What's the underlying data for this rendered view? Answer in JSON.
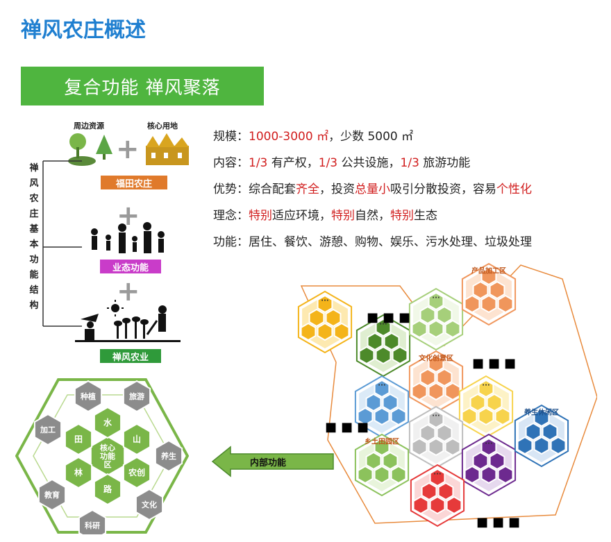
{
  "title": "禅风农庄概述",
  "banner": "复合功能 禅风聚落",
  "structure": {
    "label_chars": [
      "禅",
      "风",
      "农",
      "庄",
      "基",
      "本",
      "功",
      "能",
      "结",
      "构"
    ],
    "resources_label": "周边资源",
    "land_label": "核心用地",
    "farm_tag": "福田农庄",
    "business_tag": "业态功能",
    "agri_tag": "禅风农业",
    "plus": "+"
  },
  "info": {
    "scale": {
      "label": "规模：",
      "value1": "1000-3000 ㎡",
      "sep": "，少数 5000 ㎡"
    },
    "content": {
      "label": "内容：",
      "p1": "1/3",
      "t1": " 有产权，",
      "p2": "1/3",
      "t2": " 公共设施，",
      "p3": "1/3",
      "t3": " 旅游功能"
    },
    "advantage": {
      "label": "优势：",
      "t1": "综合配套",
      "r1": "齐全",
      "t2": "，投资",
      "r2": "总量小",
      "t3": "吸引分散投资，容易",
      "r3": "个性化"
    },
    "concept": {
      "label": "理念：",
      "r1": "特别",
      "t1": "适应环境，",
      "r2": "特别",
      "t2": "自然，",
      "r3": "特别",
      "t3": "生态"
    },
    "function": {
      "label": "功能：",
      "text": "居住、餐饮、游憩、购物、娱乐、污水处理、垃圾处理"
    }
  },
  "hex_cluster": {
    "center": "核心\n功能\n区",
    "inner": [
      "水",
      "山",
      "农创",
      "路",
      "林",
      "田"
    ],
    "outer": [
      "种植",
      "旅游",
      "养生",
      "文化",
      "科研",
      "教育",
      "加工"
    ],
    "arrow_label": "内部功能"
  },
  "zones": {
    "product": "产品加工区",
    "culture": "文化创意区",
    "health": "养生休闲区",
    "village": "乡土田园区",
    "ellipsis": "..."
  },
  "colors": {
    "title_blue": "#1f7fd0",
    "banner_green": "#4fb53f",
    "orange_tag": "#e07a2b",
    "magenta_tag": "#c93cc9",
    "green_tag": "#2f9a3a",
    "red_text": "#d11d1d"
  }
}
